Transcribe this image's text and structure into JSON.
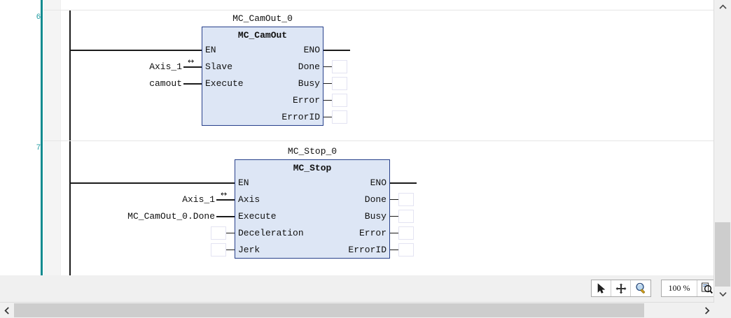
{
  "editor": {
    "rungs": [
      {
        "number": "6",
        "instance_name": "MC_CamOut_0",
        "block_name": "MC_CamOut",
        "inputs": [
          {
            "pin": "EN",
            "operand": "",
            "has_ref_arrow": false,
            "has_valuebox": false
          },
          {
            "pin": "Slave",
            "operand": "Axis_1",
            "has_ref_arrow": true,
            "has_valuebox": false
          },
          {
            "pin": "Execute",
            "operand": "camout",
            "has_ref_arrow": false,
            "has_valuebox": false
          }
        ],
        "outputs": [
          {
            "pin": "ENO",
            "has_valuebox": false
          },
          {
            "pin": "Done",
            "has_valuebox": true
          },
          {
            "pin": "Busy",
            "has_valuebox": true
          },
          {
            "pin": "Error",
            "has_valuebox": true
          },
          {
            "pin": "ErrorID",
            "has_valuebox": true
          }
        ]
      },
      {
        "number": "7",
        "instance_name": "MC_Stop_0",
        "block_name": "MC_Stop",
        "inputs": [
          {
            "pin": "EN",
            "operand": "",
            "has_ref_arrow": false,
            "has_valuebox": false
          },
          {
            "pin": "Axis",
            "operand": "Axis_1",
            "has_ref_arrow": true,
            "has_valuebox": false
          },
          {
            "pin": "Execute",
            "operand": "MC_CamOut_0.Done",
            "has_ref_arrow": false,
            "has_valuebox": false
          },
          {
            "pin": "Deceleration",
            "operand": "",
            "has_ref_arrow": false,
            "has_valuebox": true
          },
          {
            "pin": "Jerk",
            "operand": "",
            "has_ref_arrow": false,
            "has_valuebox": true
          }
        ],
        "outputs": [
          {
            "pin": "ENO",
            "has_valuebox": false
          },
          {
            "pin": "Done",
            "has_valuebox": true
          },
          {
            "pin": "Busy",
            "has_valuebox": true
          },
          {
            "pin": "Error",
            "has_valuebox": true
          },
          {
            "pin": "ErrorID",
            "has_valuebox": true
          }
        ]
      }
    ],
    "reference_arrow_glyph": "↔"
  },
  "toolbar": {
    "tools": [
      {
        "name": "select-pointer-tool",
        "icon": "arrow-pointer-icon",
        "selected": true
      },
      {
        "name": "pan-tool",
        "icon": "move-cross-icon",
        "selected": false
      },
      {
        "name": "zoom-tool",
        "icon": "magnifier-icon",
        "selected": false
      }
    ],
    "zoom_value": "100 %",
    "zoom_preset_icon": "zoom-page-icon",
    "zoom_dropdown_icon": "chevron-down-icon"
  },
  "scrollbars": {
    "vertical": {
      "up_icon": "chevron-up-icon",
      "down_icon": "chevron-down-icon"
    },
    "horizontal": {
      "left_icon": "chevron-left-icon",
      "right_icon": "chevron-right-icon"
    }
  },
  "colors": {
    "rung_number": "#1d9ba0",
    "block_fill": "#dde6f5",
    "block_border": "#27408b",
    "rail": "#1b1b1b",
    "gutter_teal": "#0f8a8f"
  }
}
